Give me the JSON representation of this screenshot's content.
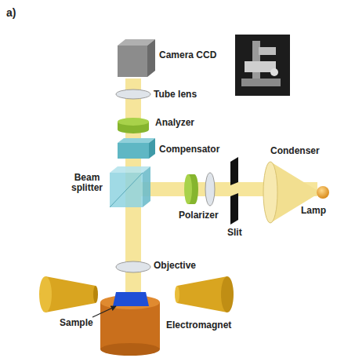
{
  "diagram": {
    "labels": [
      "a)",
      "Camera CCD",
      "Tube lens",
      "Analyzer",
      "Compensator",
      "Beam splitter",
      "Polarizer",
      "Slit",
      "Condenser",
      "Lamp",
      "Objective",
      "Sample",
      "Electromagnet"
    ]
  }
}
